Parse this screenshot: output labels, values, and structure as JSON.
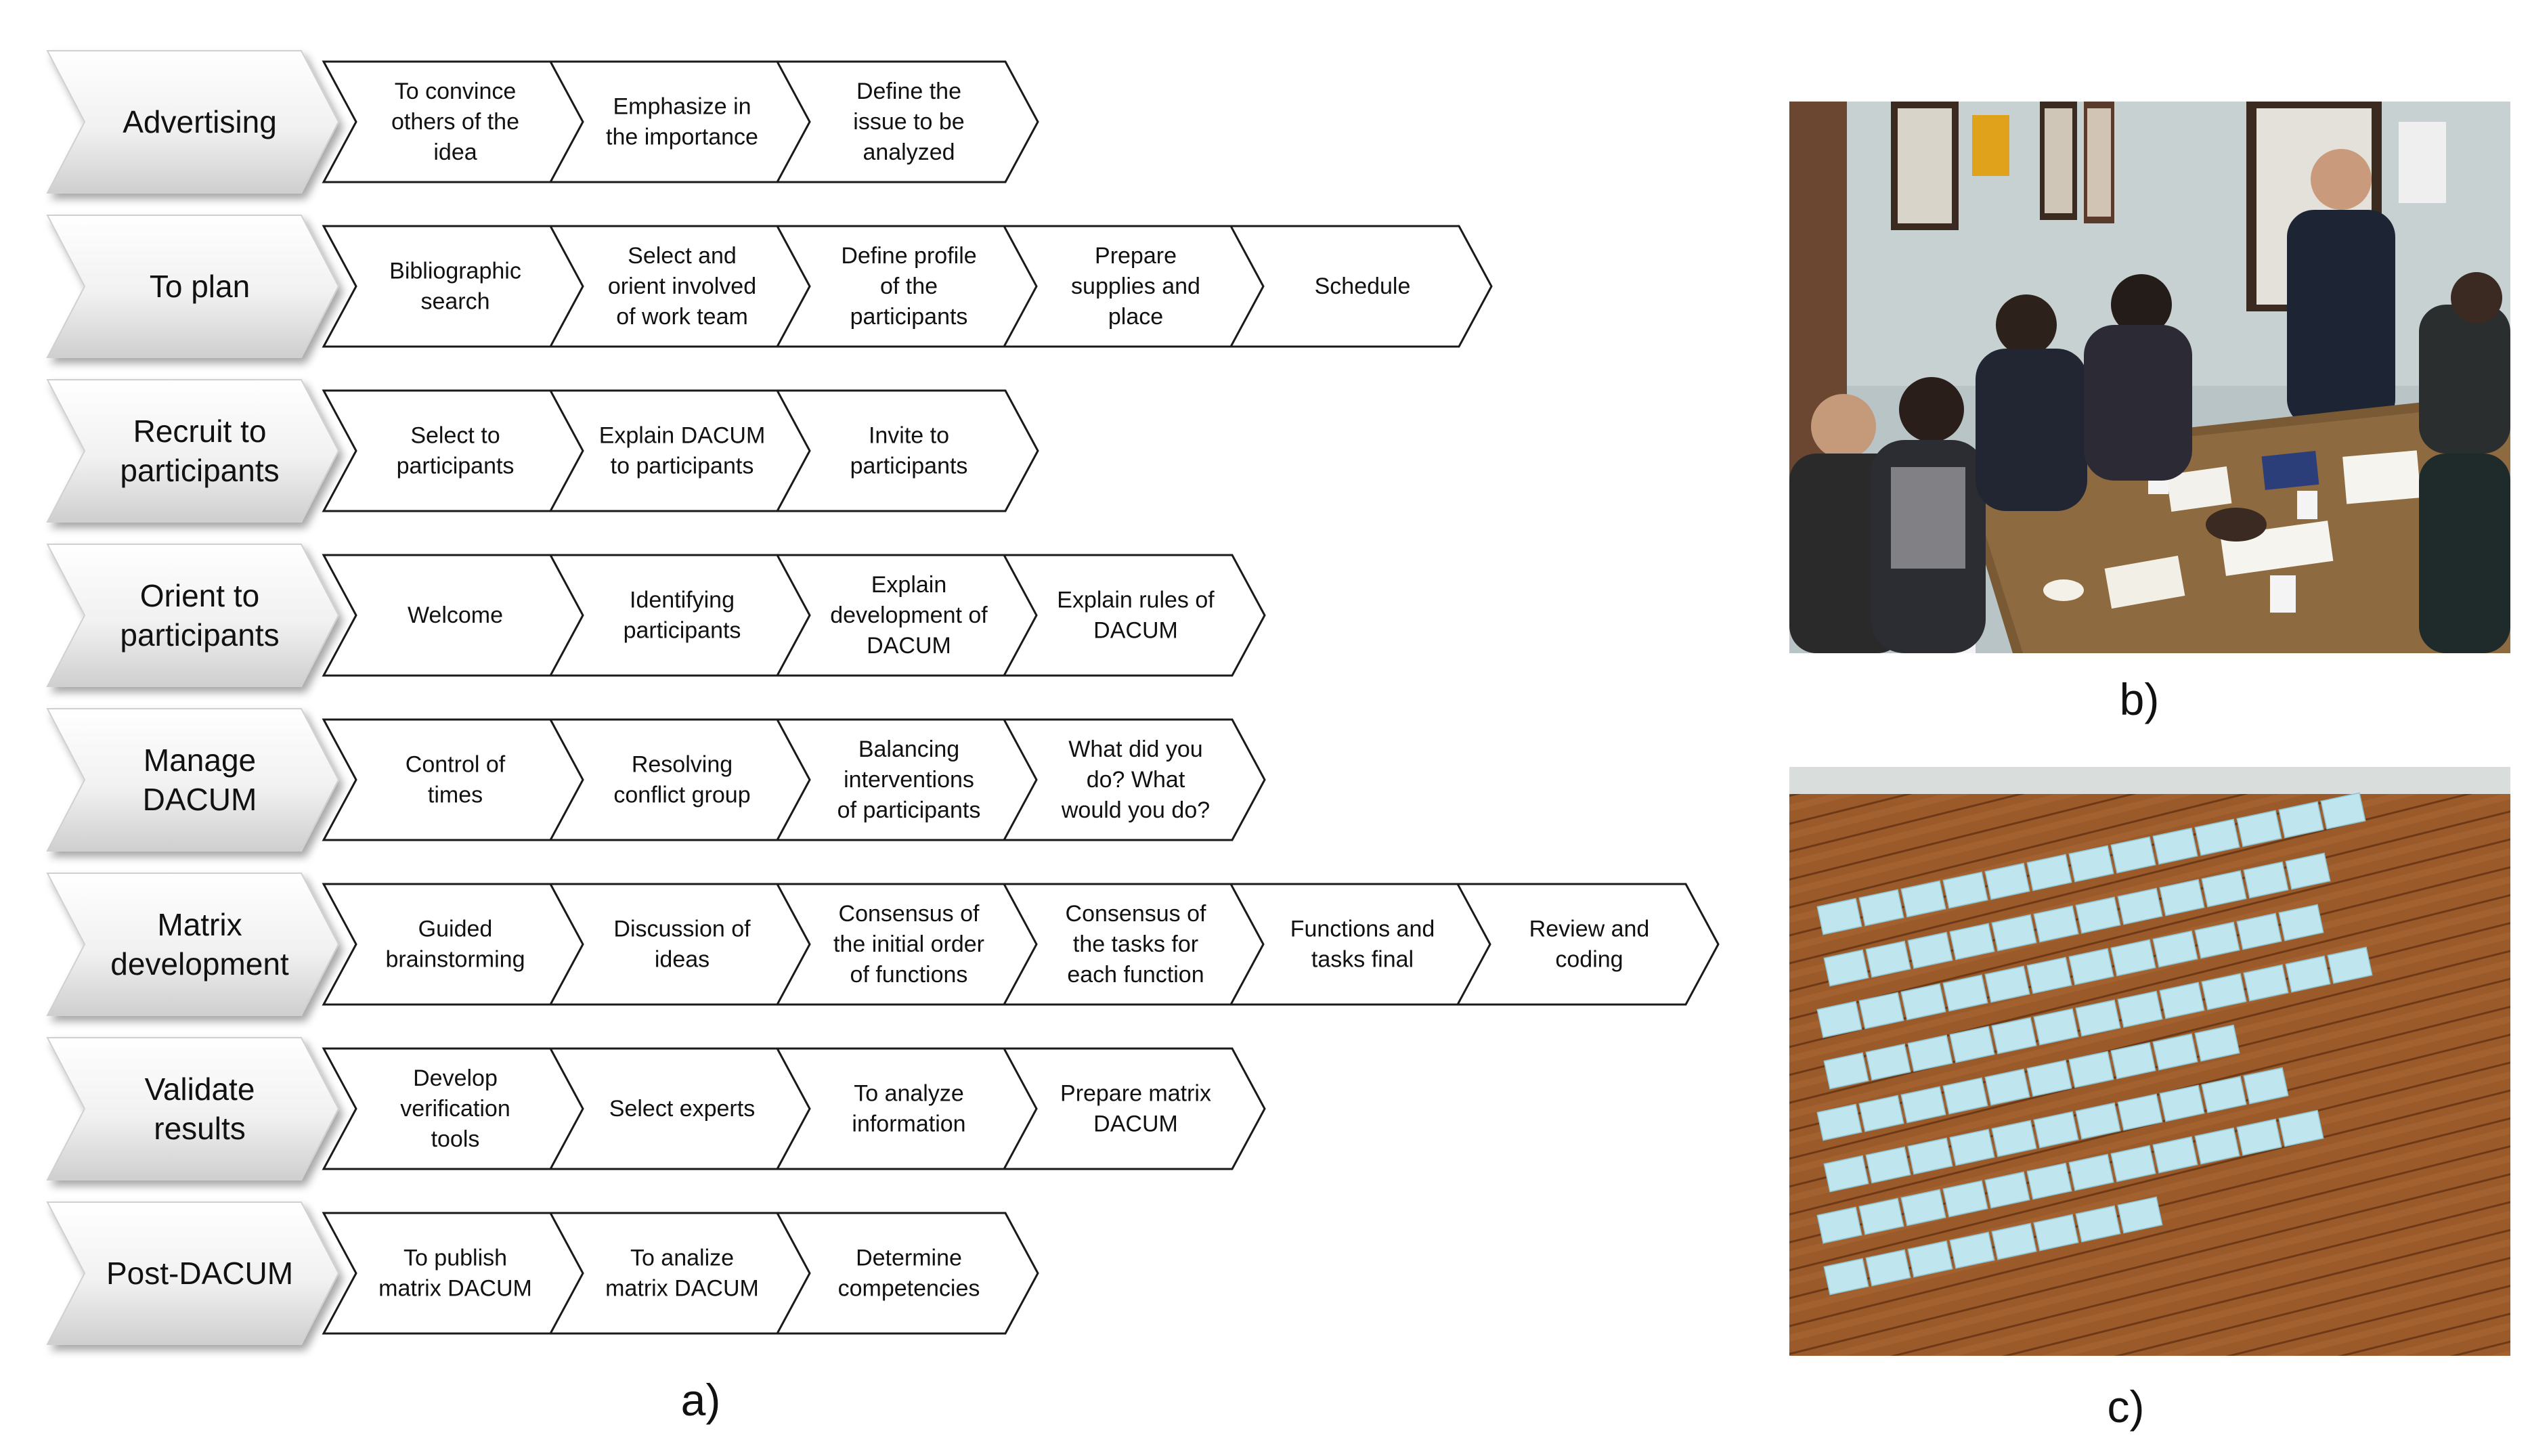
{
  "rows": [
    {
      "stage": [
        "Advertising"
      ],
      "steps": [
        [
          "To convince",
          "others of the",
          "idea"
        ],
        [
          "Emphasize in",
          "the importance"
        ],
        [
          "Define the",
          "issue to be",
          "analyzed"
        ]
      ]
    },
    {
      "stage": [
        "To plan"
      ],
      "steps": [
        [
          "Bibliographic",
          "search"
        ],
        [
          "Select and",
          "orient involved",
          "of work team"
        ],
        [
          "Define profile",
          "of the",
          "participants"
        ],
        [
          "Prepare",
          "supplies and",
          "place"
        ],
        [
          "Schedule"
        ]
      ]
    },
    {
      "stage": [
        "Recruit to",
        "participants"
      ],
      "steps": [
        [
          "Select to",
          "participants"
        ],
        [
          "Explain DACUM",
          "to participants"
        ],
        [
          "Invite to",
          "participants"
        ]
      ]
    },
    {
      "stage": [
        "Orient to",
        "participants"
      ],
      "steps": [
        [
          "Welcome"
        ],
        [
          "Identifying",
          "participants"
        ],
        [
          "Explain",
          "development of",
          "DACUM"
        ],
        [
          "Explain rules of",
          "DACUM"
        ]
      ]
    },
    {
      "stage": [
        "Manage",
        "DACUM"
      ],
      "steps": [
        [
          "Control of",
          "times"
        ],
        [
          "Resolving",
          "conflict group"
        ],
        [
          "Balancing",
          "interventions",
          "of participants"
        ],
        [
          "What did you",
          "do? What",
          "would you do?"
        ]
      ]
    },
    {
      "stage": [
        "Matrix",
        "development"
      ],
      "steps": [
        [
          "Guided",
          "brainstorming"
        ],
        [
          "Discussion of",
          "ideas"
        ],
        [
          "Consensus of",
          "the initial order",
          "of functions"
        ],
        [
          "Consensus of",
          "the tasks for",
          "each function"
        ],
        [
          "Functions and",
          "tasks final"
        ],
        [
          "Review and",
          "coding"
        ]
      ]
    },
    {
      "stage": [
        "Validate",
        "results"
      ],
      "steps": [
        [
          "Develop",
          "verification",
          "tools"
        ],
        [
          "Select experts"
        ],
        [
          "To analyze",
          "information"
        ],
        [
          "Prepare matrix",
          "DACUM"
        ]
      ]
    },
    {
      "stage": [
        "Post-DACUM"
      ],
      "steps": [
        [
          "To publish",
          "matrix DACUM"
        ],
        [
          "To analize",
          "matrix DACUM"
        ],
        [
          "Determine",
          "competencies"
        ]
      ]
    }
  ],
  "captions": {
    "a": "a)",
    "b": "b)",
    "c": "c)"
  }
}
